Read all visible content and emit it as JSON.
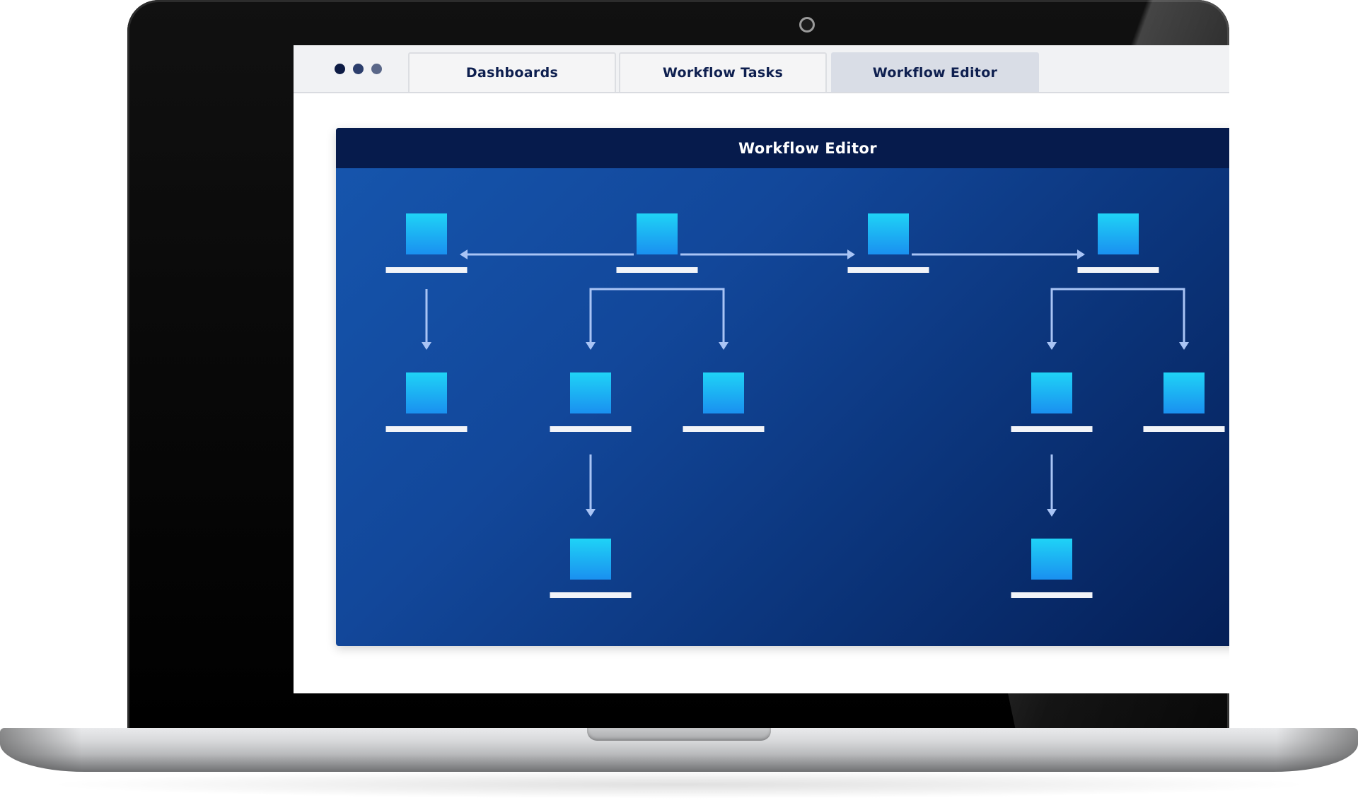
{
  "window": {
    "tabs": [
      {
        "label": "Dashboards",
        "active": false
      },
      {
        "label": "Workflow Tasks",
        "active": false
      },
      {
        "label": "Workflow Editor",
        "active": true
      }
    ]
  },
  "panel": {
    "title": "Workflow Editor"
  },
  "colors": {
    "panel_header": "#061b4c",
    "panel_gradient_start": "#1656ae",
    "panel_gradient_end": "#041d53",
    "node_top": "#1fd3f6",
    "node_bottom": "#1a90f0",
    "connector": "#a9c4f5",
    "node_label_bar": "#f2f4f8",
    "tab_text": "#0e1f4f"
  },
  "diagram": {
    "nodes": [
      {
        "id": "n1"
      },
      {
        "id": "n2"
      },
      {
        "id": "n3"
      },
      {
        "id": "n4"
      },
      {
        "id": "n5"
      },
      {
        "id": "n6"
      },
      {
        "id": "n7"
      },
      {
        "id": "n8"
      },
      {
        "id": "n9"
      },
      {
        "id": "n10"
      },
      {
        "id": "n11"
      }
    ],
    "edges": [
      {
        "from": "n2",
        "to": "n1"
      },
      {
        "from": "n2",
        "to": "n3"
      },
      {
        "from": "n3",
        "to": "n4"
      },
      {
        "from": "n1",
        "to": "n5"
      },
      {
        "from": "n2",
        "to": "n6"
      },
      {
        "from": "n2",
        "to": "n7"
      },
      {
        "from": "n6",
        "to": "n10"
      },
      {
        "from": "n4",
        "to": "n8"
      },
      {
        "from": "n4",
        "to": "n9"
      },
      {
        "from": "n8",
        "to": "n11"
      }
    ]
  }
}
